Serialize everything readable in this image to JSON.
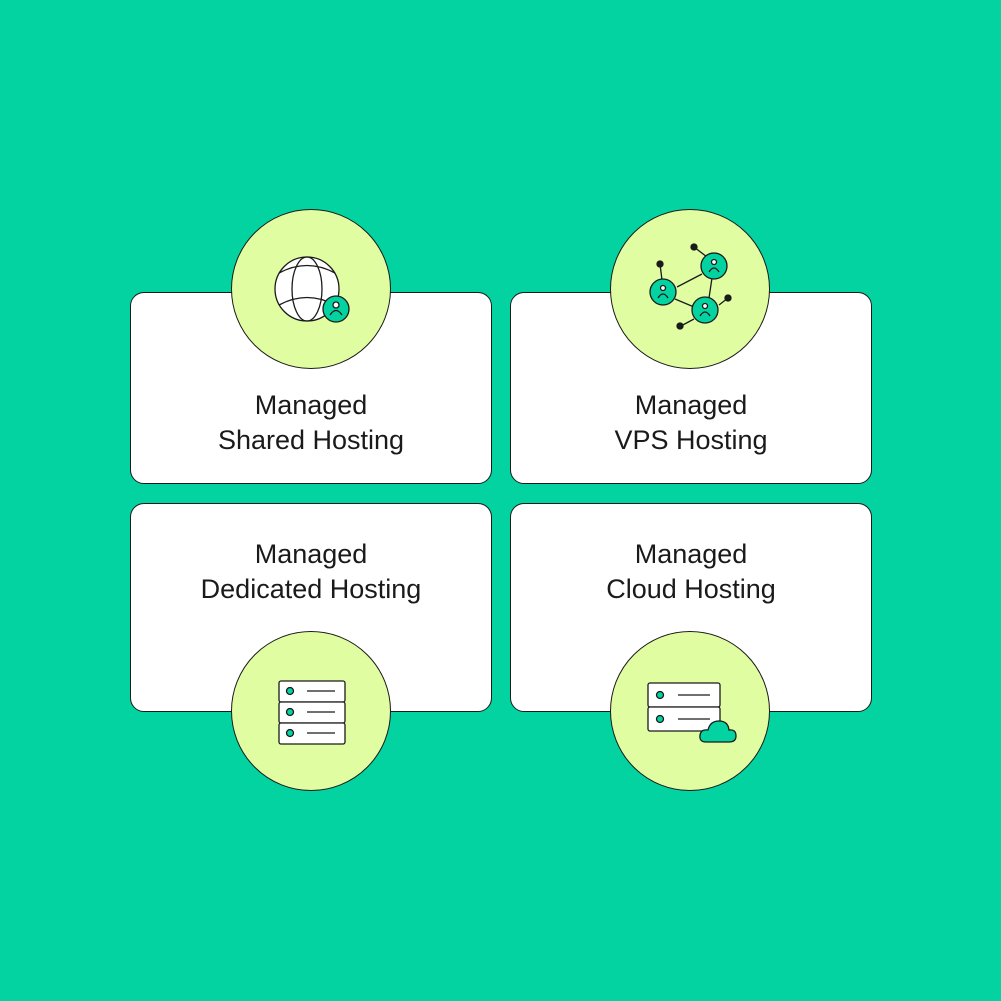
{
  "cards": [
    {
      "line1": "Managed",
      "line2": "Shared Hosting",
      "icon": "globe-user-icon"
    },
    {
      "line1": "Managed",
      "line2": "VPS Hosting",
      "icon": "network-users-icon"
    },
    {
      "line1": "Managed",
      "line2": "Dedicated Hosting",
      "icon": "server-rack-icon"
    },
    {
      "line1": "Managed",
      "line2": "Cloud Hosting",
      "icon": "server-cloud-icon"
    }
  ],
  "colors": {
    "background": "#03d3a0",
    "circle": "#e1fda2",
    "accent": "#03d3a0"
  }
}
